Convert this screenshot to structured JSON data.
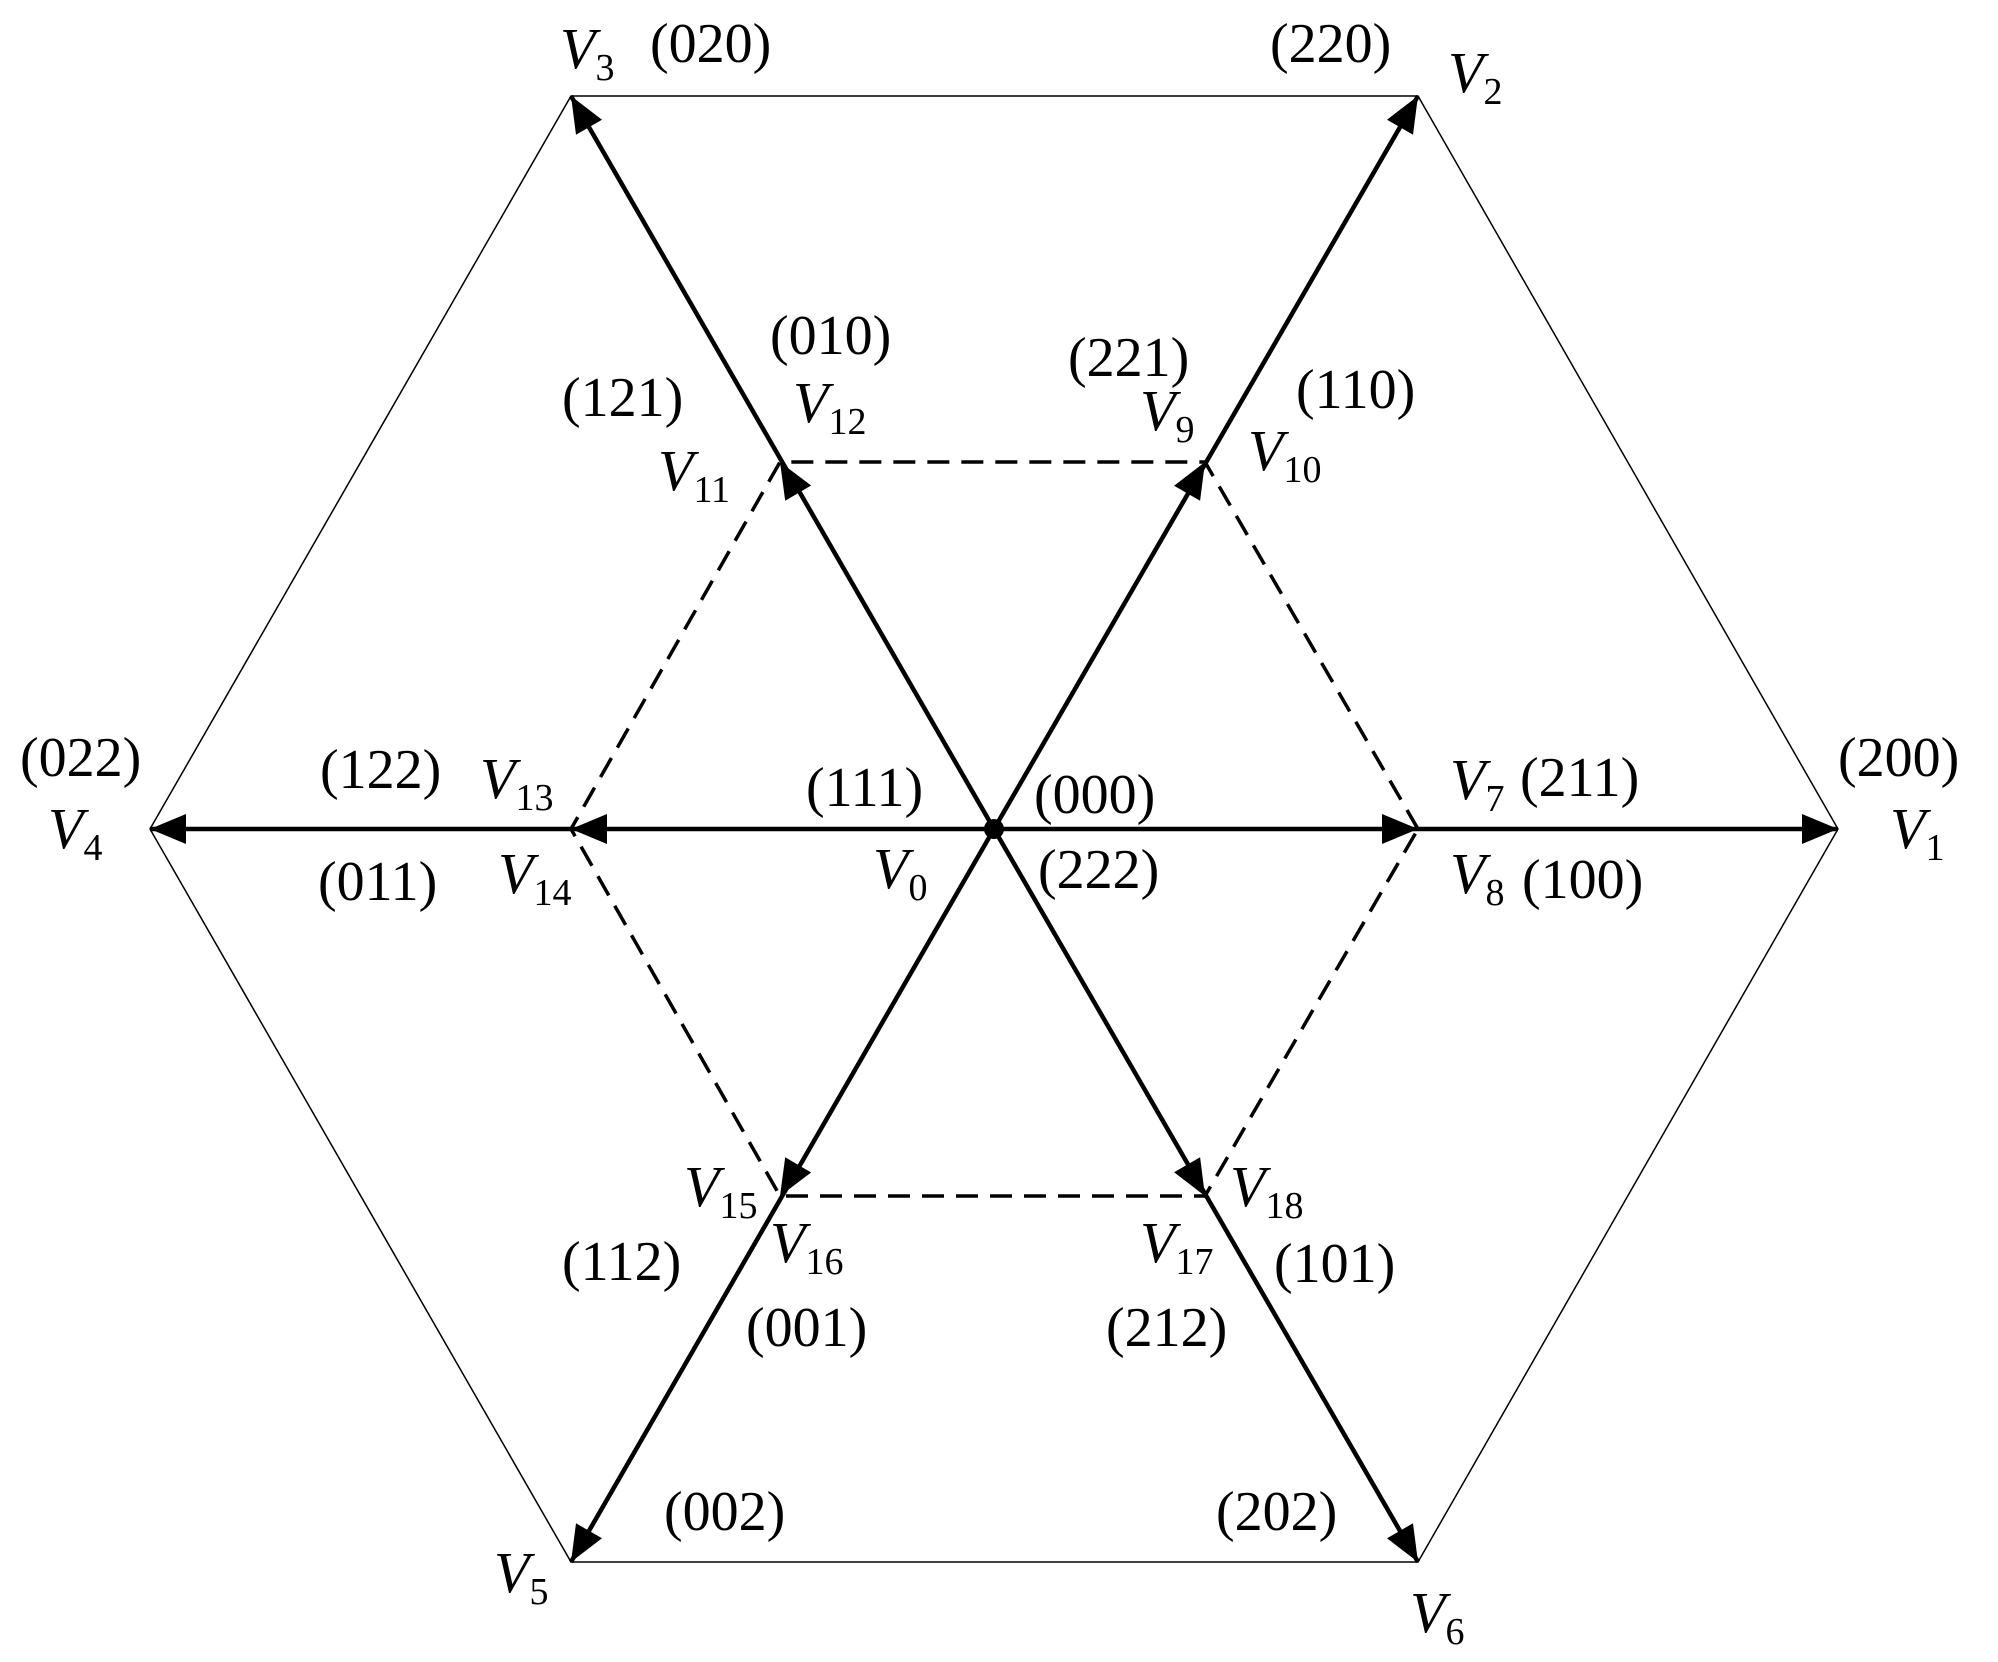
{
  "colors": {
    "stroke": "#000000",
    "background": "#ffffff"
  },
  "vectors": {
    "V0": {
      "prefix": "V",
      "sub": "0"
    },
    "V1": {
      "prefix": "V",
      "sub": "1"
    },
    "V2": {
      "prefix": "V",
      "sub": "2"
    },
    "V3": {
      "prefix": "V",
      "sub": "3"
    },
    "V4": {
      "prefix": "V",
      "sub": "4"
    },
    "V5": {
      "prefix": "V",
      "sub": "5"
    },
    "V6": {
      "prefix": "V",
      "sub": "6"
    },
    "V7": {
      "prefix": "V",
      "sub": "7"
    },
    "V8": {
      "prefix": "V",
      "sub": "8"
    },
    "V9": {
      "prefix": "V",
      "sub": "9"
    },
    "V10": {
      "prefix": "V",
      "sub": "10"
    },
    "V11": {
      "prefix": "V",
      "sub": "11"
    },
    "V12": {
      "prefix": "V",
      "sub": "12"
    },
    "V13": {
      "prefix": "V",
      "sub": "13"
    },
    "V14": {
      "prefix": "V",
      "sub": "14"
    },
    "V15": {
      "prefix": "V",
      "sub": "15"
    },
    "V16": {
      "prefix": "V",
      "sub": "16"
    },
    "V17": {
      "prefix": "V",
      "sub": "17"
    },
    "V18": {
      "prefix": "V",
      "sub": "18"
    }
  },
  "states": {
    "s000": "(000)",
    "s111": "(111)",
    "s222": "(222)",
    "s200": "(200)",
    "s220": "(220)",
    "s020": "(020)",
    "s022": "(022)",
    "s002": "(002)",
    "s202": "(202)",
    "s211": "(211)",
    "s100": "(100)",
    "s221": "(221)",
    "s110": "(110)",
    "s121": "(121)",
    "s010": "(010)",
    "s122": "(122)",
    "s011": "(011)",
    "s112": "(112)",
    "s001": "(001)",
    "s212": "(212)",
    "s101": "(101)"
  }
}
